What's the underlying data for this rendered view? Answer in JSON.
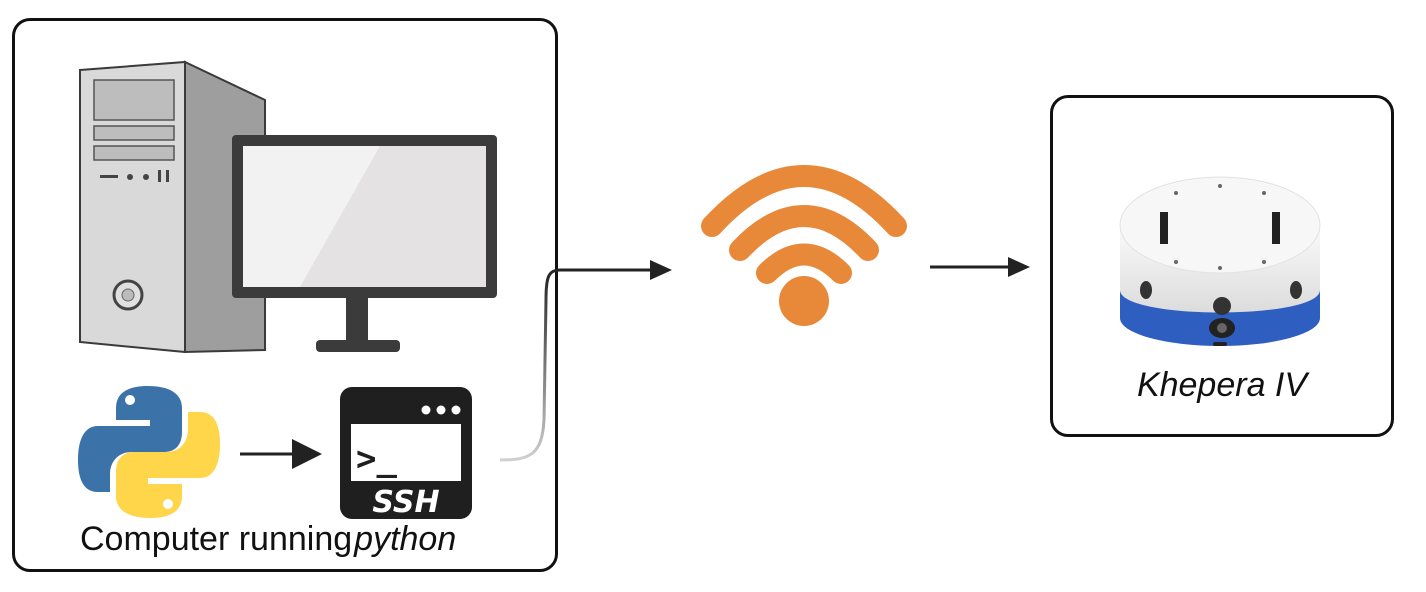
{
  "computer_box": {
    "caption_text": "Computer running",
    "caption_italic": "python"
  },
  "terminal": {
    "prompt": ">_",
    "label": "SSH"
  },
  "robot_box": {
    "caption": "Khepera IV"
  },
  "icons": {
    "tower": "desktop-tower-icon",
    "monitor": "monitor-icon",
    "python": "python-logo-icon",
    "ssh": "ssh-terminal-icon",
    "wifi": "wifi-icon",
    "robot": "khepera-robot-icon"
  },
  "colors": {
    "wifi": "#E8893A",
    "python_blue": "#3B73A9",
    "python_yellow": "#FFD54A",
    "robot_blue": "#2E5FC0",
    "outline": "#111111"
  }
}
